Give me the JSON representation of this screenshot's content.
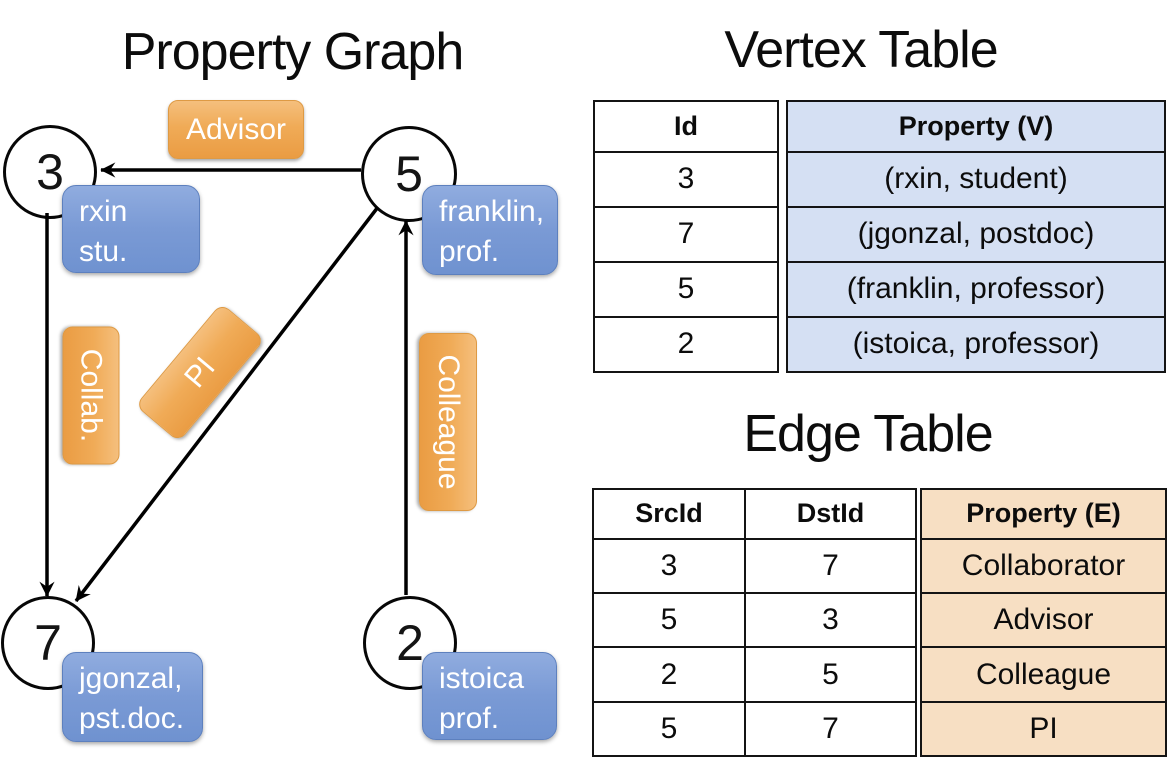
{
  "colors": {
    "edge_label_orange": "#f0ab57",
    "vertex_box_blue": "#7a9ad5",
    "vertex_table_cell_bg": "#d5e0f3",
    "edge_table_cell_bg": "#f7dfc3",
    "line_black": "#000000"
  },
  "graph": {
    "title": "Property Graph",
    "nodes": {
      "n3": {
        "id": "3",
        "line1": "rxin",
        "line2": "stu."
      },
      "n5": {
        "id": "5",
        "line1": "franklin,",
        "line2": "prof."
      },
      "n7": {
        "id": "7",
        "line1": "jgonzal,",
        "line2": "pst.doc."
      },
      "n2": {
        "id": "2",
        "line1": "istoica",
        "line2": "prof."
      }
    },
    "edge_labels": {
      "advisor": "Advisor",
      "collab": "Collab.",
      "pi": "PI",
      "colleague": "Colleague"
    }
  },
  "vertex_table": {
    "title": "Vertex Table",
    "headers": {
      "id": "Id",
      "property": "Property (V)"
    },
    "rows": [
      {
        "id": "3",
        "property": "(rxin, student)"
      },
      {
        "id": "7",
        "property": "(jgonzal, postdoc)"
      },
      {
        "id": "5",
        "property": "(franklin, professor)"
      },
      {
        "id": "2",
        "property": "(istoica, professor)"
      }
    ]
  },
  "edge_table": {
    "title": "Edge Table",
    "headers": {
      "src": "SrcId",
      "dst": "DstId",
      "property": "Property (E)"
    },
    "rows": [
      {
        "src": "3",
        "dst": "7",
        "property": "Collaborator"
      },
      {
        "src": "5",
        "dst": "3",
        "property": "Advisor"
      },
      {
        "src": "2",
        "dst": "5",
        "property": "Colleague"
      },
      {
        "src": "5",
        "dst": "7",
        "property": "PI"
      }
    ]
  }
}
